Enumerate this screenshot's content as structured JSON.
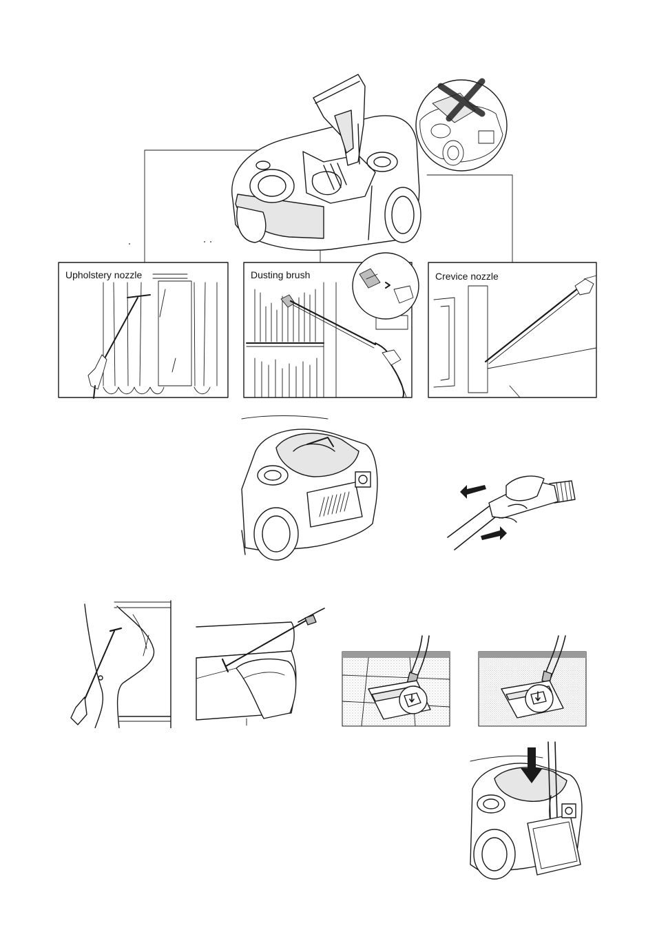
{
  "panels": {
    "upholstery": {
      "label": "Upholstery nozzle"
    },
    "dusting": {
      "label": "Dusting brush"
    },
    "crevice": {
      "label": "Crevice nozzle"
    }
  },
  "icons": {
    "cross_mark": "x-mark-icon",
    "push_arrow": "down-arrow-icon",
    "slide_arrows": "left-right-arrows-icon"
  },
  "colors": {
    "line": "#1a1a1a",
    "paper": "#ffffff"
  }
}
